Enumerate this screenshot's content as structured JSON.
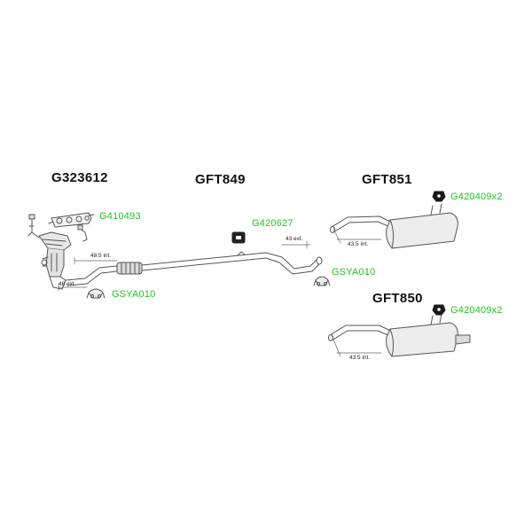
{
  "colors": {
    "part_number": "#111111",
    "accessory_code": "#22c222",
    "line": "#555555",
    "fill": "#ececec"
  },
  "parts": {
    "catalyst": "G323612",
    "middle_pipe": "GFT849",
    "rear_silencer_a": "GFT851",
    "rear_silencer_b": "GFT850"
  },
  "accessories": {
    "gasket_manifold": "G410493",
    "hanger_middle": "G420627",
    "clamp_front": "GSYA010",
    "clamp_rear": "GSYA010",
    "hanger_rear_a": "G420409x2",
    "hanger_rear_b": "G420409x2"
  },
  "dimensions": {
    "front_int": "48.5 int.",
    "front_ext": "48 ext.",
    "middle_ext": "43 ext.",
    "rear_int_a": "43.5 int.",
    "rear_int_b": "43.5 int."
  }
}
